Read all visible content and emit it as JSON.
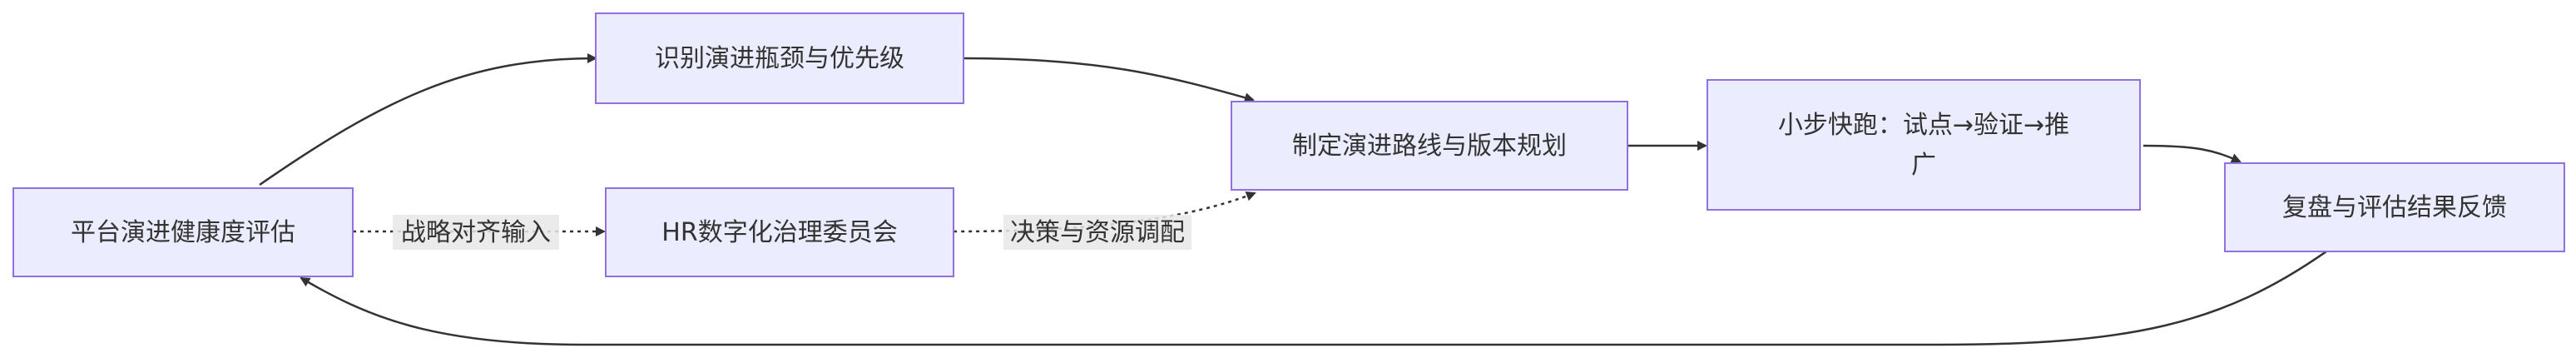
{
  "nodes": {
    "health_eval": "平台演进健康度评估",
    "identify": "识别演进瓶颈与优先级",
    "committee": "HR数字化治理委员会",
    "plan": "制定演进路线与版本规划",
    "pilot_line1": "小步快跑：试点→验证→推",
    "pilot_line2": "广",
    "review": "复盘与评估结果反馈"
  },
  "edge_labels": {
    "strategy_input": "战略对齐输入",
    "decision": "决策与资源调配"
  },
  "colors": {
    "node_fill": "#ececff",
    "node_stroke": "#9370db",
    "edge": "#333333",
    "label_bg": "#e8e8e8"
  }
}
